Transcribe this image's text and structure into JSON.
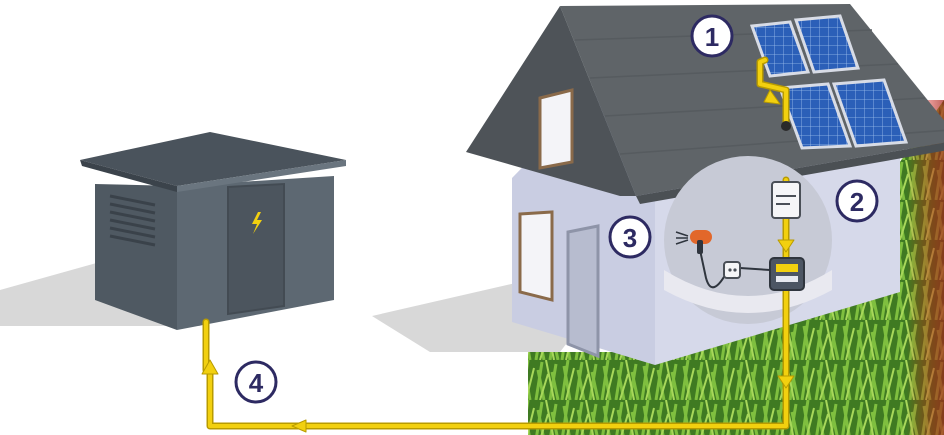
{
  "labels": {
    "step1": "1",
    "step2": "2",
    "step3": "3",
    "step4": "4"
  },
  "colors": {
    "wire": "#f2d00f",
    "wire_outline": "#b89b00",
    "roof": "#5f6468",
    "wall": "#d6d9ea",
    "cabinet": "#5b6670",
    "panel": "#2f5fb4",
    "badge_ring": "#2d2a62",
    "grass": "#4f8a2b"
  },
  "icons": {
    "cabinet_door": "lightning-bolt-icon",
    "appliance": "hair-dryer-icon",
    "socket": "power-socket-icon",
    "inverter": "inverter-icon",
    "meter": "electricity-meter-icon"
  }
}
